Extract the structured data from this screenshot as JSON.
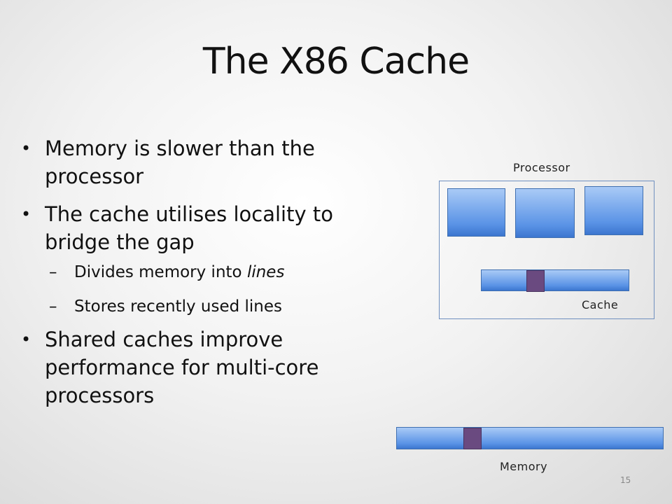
{
  "slide": {
    "title": "The X86 Cache",
    "page_number": "15"
  },
  "bullets": [
    {
      "text": "Memory is slower than the processor"
    },
    {
      "text": "The cache utilises locality to bridge the gap"
    },
    {
      "text": "Shared caches improve performance for multi-core processors"
    }
  ],
  "sub_bullets": [
    {
      "prefix": "Divides memory into ",
      "emphasis": "lines"
    },
    {
      "prefix": "Stores recently used lines",
      "emphasis": ""
    }
  ],
  "diagram": {
    "processor_label": "Processor",
    "cache_label": "Cache",
    "memory_label": "Memory",
    "core_count": 3,
    "colors": {
      "block_top": "#a9caf6",
      "block_bottom": "#3c76cf",
      "cache_line": "#6a4a80",
      "processor_border": "#6f8fbf"
    }
  }
}
